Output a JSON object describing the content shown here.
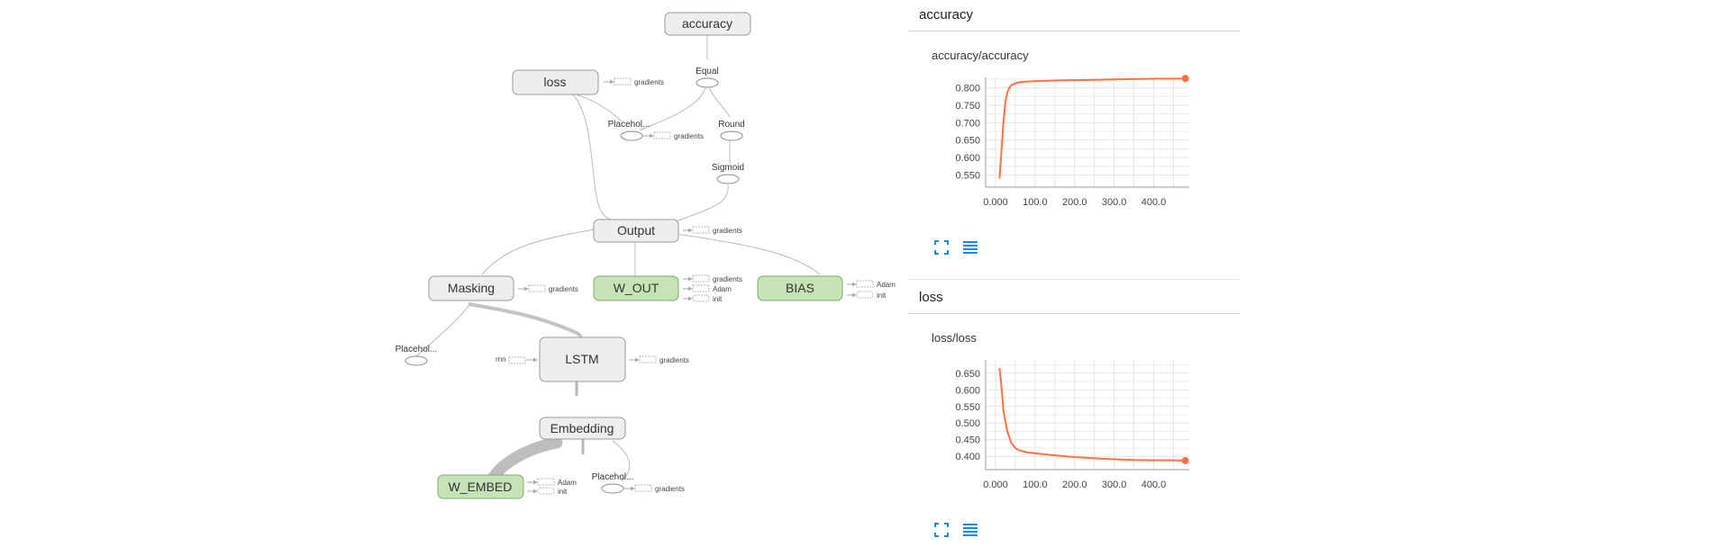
{
  "graph": {
    "nodes": {
      "accuracy": "accuracy",
      "loss": "loss",
      "output": "Output",
      "masking": "Masking",
      "w_out": "W_OUT",
      "bias": "BIAS",
      "lstm": "LSTM",
      "embedding": "Embedding",
      "w_embed": "W_EMBED"
    },
    "ops": {
      "equal": "Equal",
      "round": "Round",
      "sigmoid": "Sigmoid",
      "placeholder_top": "Placehol...",
      "placeholder_left": "Placehol...",
      "placeholder_bottom": "Placehol..."
    },
    "aux_labels": {
      "gradients": "gradients",
      "adam": "Adam",
      "init": "init",
      "rnn": "rnn"
    }
  },
  "panels": {
    "accuracy_header": "accuracy",
    "loss_header": "loss"
  },
  "icons": {
    "fullscreen": "fullscreen-icon",
    "data_list": "data-list-icon"
  },
  "colors": {
    "series": "#ff7043",
    "icon": "#1e88e5",
    "trainable_node": "#c5e3b5",
    "node": "#eeeeee"
  },
  "chart_data": [
    {
      "type": "line",
      "title": "accuracy/accuracy",
      "x_ticks": [
        "0.000",
        "100.0",
        "200.0",
        "300.0",
        "400.0"
      ],
      "y_ticks": [
        "0.550",
        "0.600",
        "0.650",
        "0.700",
        "0.750",
        "0.800"
      ],
      "xlim": [
        -25,
        490
      ],
      "ylim": [
        0.515,
        0.83
      ],
      "grid": true,
      "series": [
        {
          "x": [
            10,
            15,
            20,
            25,
            30,
            35,
            40,
            50,
            60,
            80,
            100,
            150,
            200,
            250,
            300,
            350,
            400,
            450,
            480
          ],
          "y": [
            0.54,
            0.62,
            0.7,
            0.76,
            0.787,
            0.8,
            0.807,
            0.813,
            0.816,
            0.818,
            0.819,
            0.821,
            0.822,
            0.823,
            0.824,
            0.825,
            0.826,
            0.826,
            0.827
          ]
        }
      ],
      "last_point_marker": true
    },
    {
      "type": "line",
      "title": "loss/loss",
      "x_ticks": [
        "0.000",
        "100.0",
        "200.0",
        "300.0",
        "400.0"
      ],
      "y_ticks": [
        "0.400",
        "0.450",
        "0.500",
        "0.550",
        "0.600",
        "0.650"
      ],
      "xlim": [
        -25,
        490
      ],
      "ylim": [
        0.36,
        0.69
      ],
      "grid": true,
      "series": [
        {
          "x": [
            10,
            15,
            20,
            25,
            30,
            40,
            50,
            60,
            80,
            100,
            150,
            200,
            250,
            300,
            350,
            400,
            450,
            480
          ],
          "y": [
            0.665,
            0.61,
            0.54,
            0.505,
            0.475,
            0.44,
            0.425,
            0.418,
            0.412,
            0.409,
            0.403,
            0.398,
            0.394,
            0.391,
            0.389,
            0.388,
            0.388,
            0.387
          ]
        }
      ],
      "last_point_marker": true
    }
  ]
}
